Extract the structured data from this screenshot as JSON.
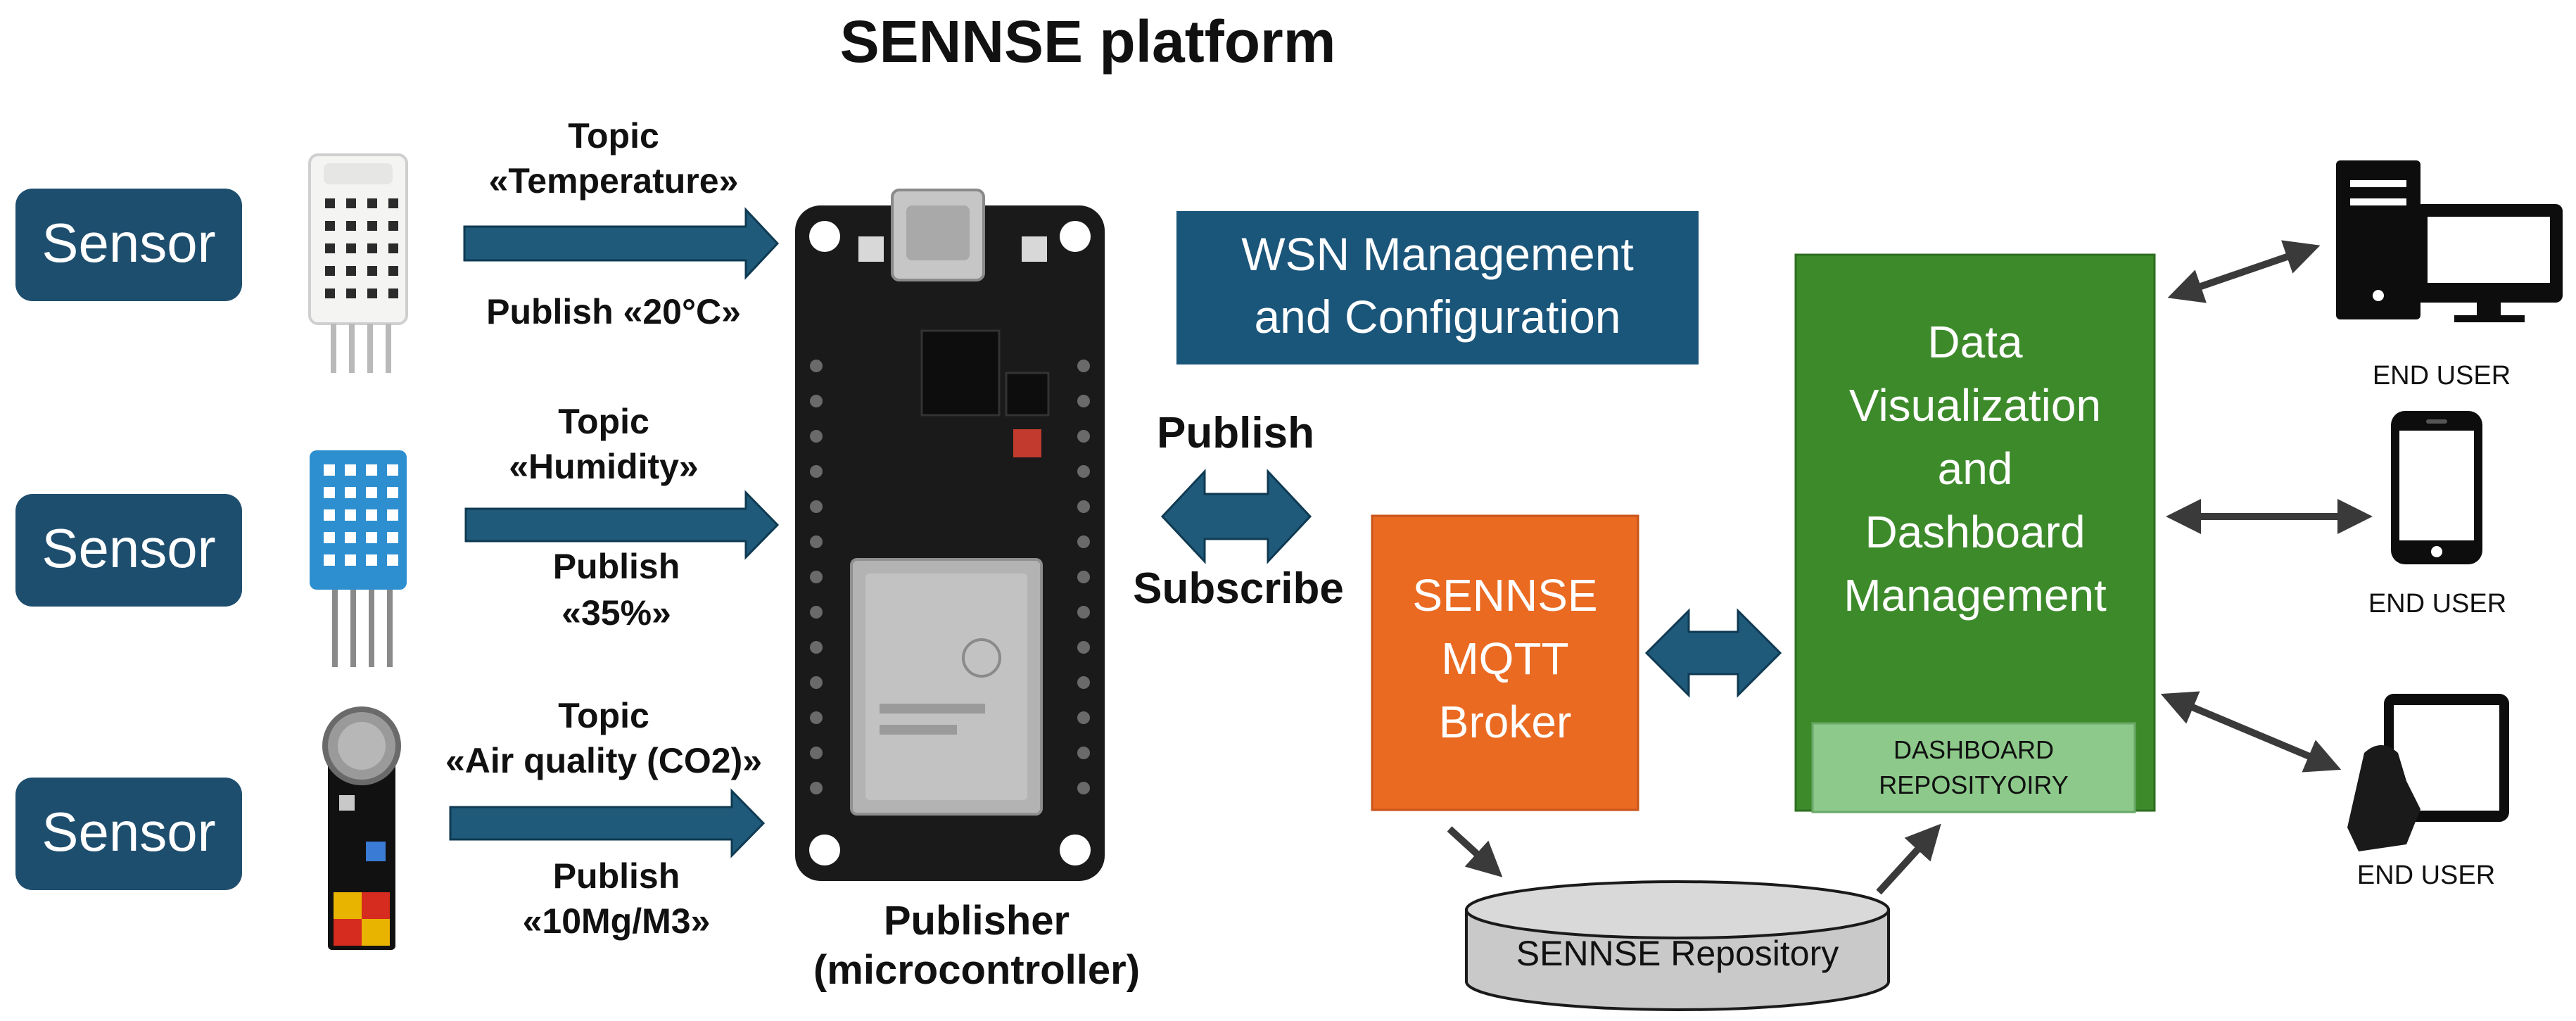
{
  "title": "SENNSE platform",
  "colors": {
    "sensor_box": "#1e4e6e",
    "arrow": "#1f5a7a",
    "wsn_box": "#1a557a",
    "broker_box": "#ea6a22",
    "viz_box": "#3d8a2b",
    "dashboard_repo": "#8cc98a",
    "repository": "#c9c9c9",
    "board": "#1a1a1a",
    "dark_arrow": "#3a3a3a"
  },
  "sensors": [
    {
      "label": "Sensor",
      "icon": "temperature-sensor-icon",
      "topic_line1": "Topic",
      "topic_line2": "«Temperature»",
      "publish_line1": "Publish «20°C»",
      "publish_line2": ""
    },
    {
      "label": "Sensor",
      "icon": "humidity-sensor-icon",
      "topic_line1": "Topic",
      "topic_line2": "«Humidity»",
      "publish_line1": "Publish",
      "publish_line2": "«35%»"
    },
    {
      "label": "Sensor",
      "icon": "air-quality-sensor-icon",
      "topic_line1": "Topic",
      "topic_line2": "«Air quality (CO2)»",
      "publish_line1": "Publish",
      "publish_line2": "«10Mg/M3»"
    }
  ],
  "publisher": {
    "line1": "Publisher",
    "line2": "(microcontroller)",
    "icon": "microcontroller-board-icon"
  },
  "pubsub": {
    "publish": "Publish",
    "subscribe": "Subscribe"
  },
  "wsn": {
    "line1": "WSN Management",
    "line2": "and Configuration"
  },
  "broker": {
    "line1": "SENNSE",
    "line2": "MQTT",
    "line3": "Broker"
  },
  "visualization": {
    "line1": "Data",
    "line2": "Visualization",
    "line3": "and",
    "line4": "Dashboard",
    "line5": "Management"
  },
  "dashboard_repo": {
    "line1": "DASHBOARD",
    "line2": "REPOSITYOIRY"
  },
  "repository": {
    "label": "SENNSE Repository"
  },
  "end_users": [
    {
      "label": "END USER",
      "icon": "desktop-computer-icon"
    },
    {
      "label": "END USER",
      "icon": "smartphone-icon"
    },
    {
      "label": "END USER",
      "icon": "tablet-icon"
    }
  ]
}
